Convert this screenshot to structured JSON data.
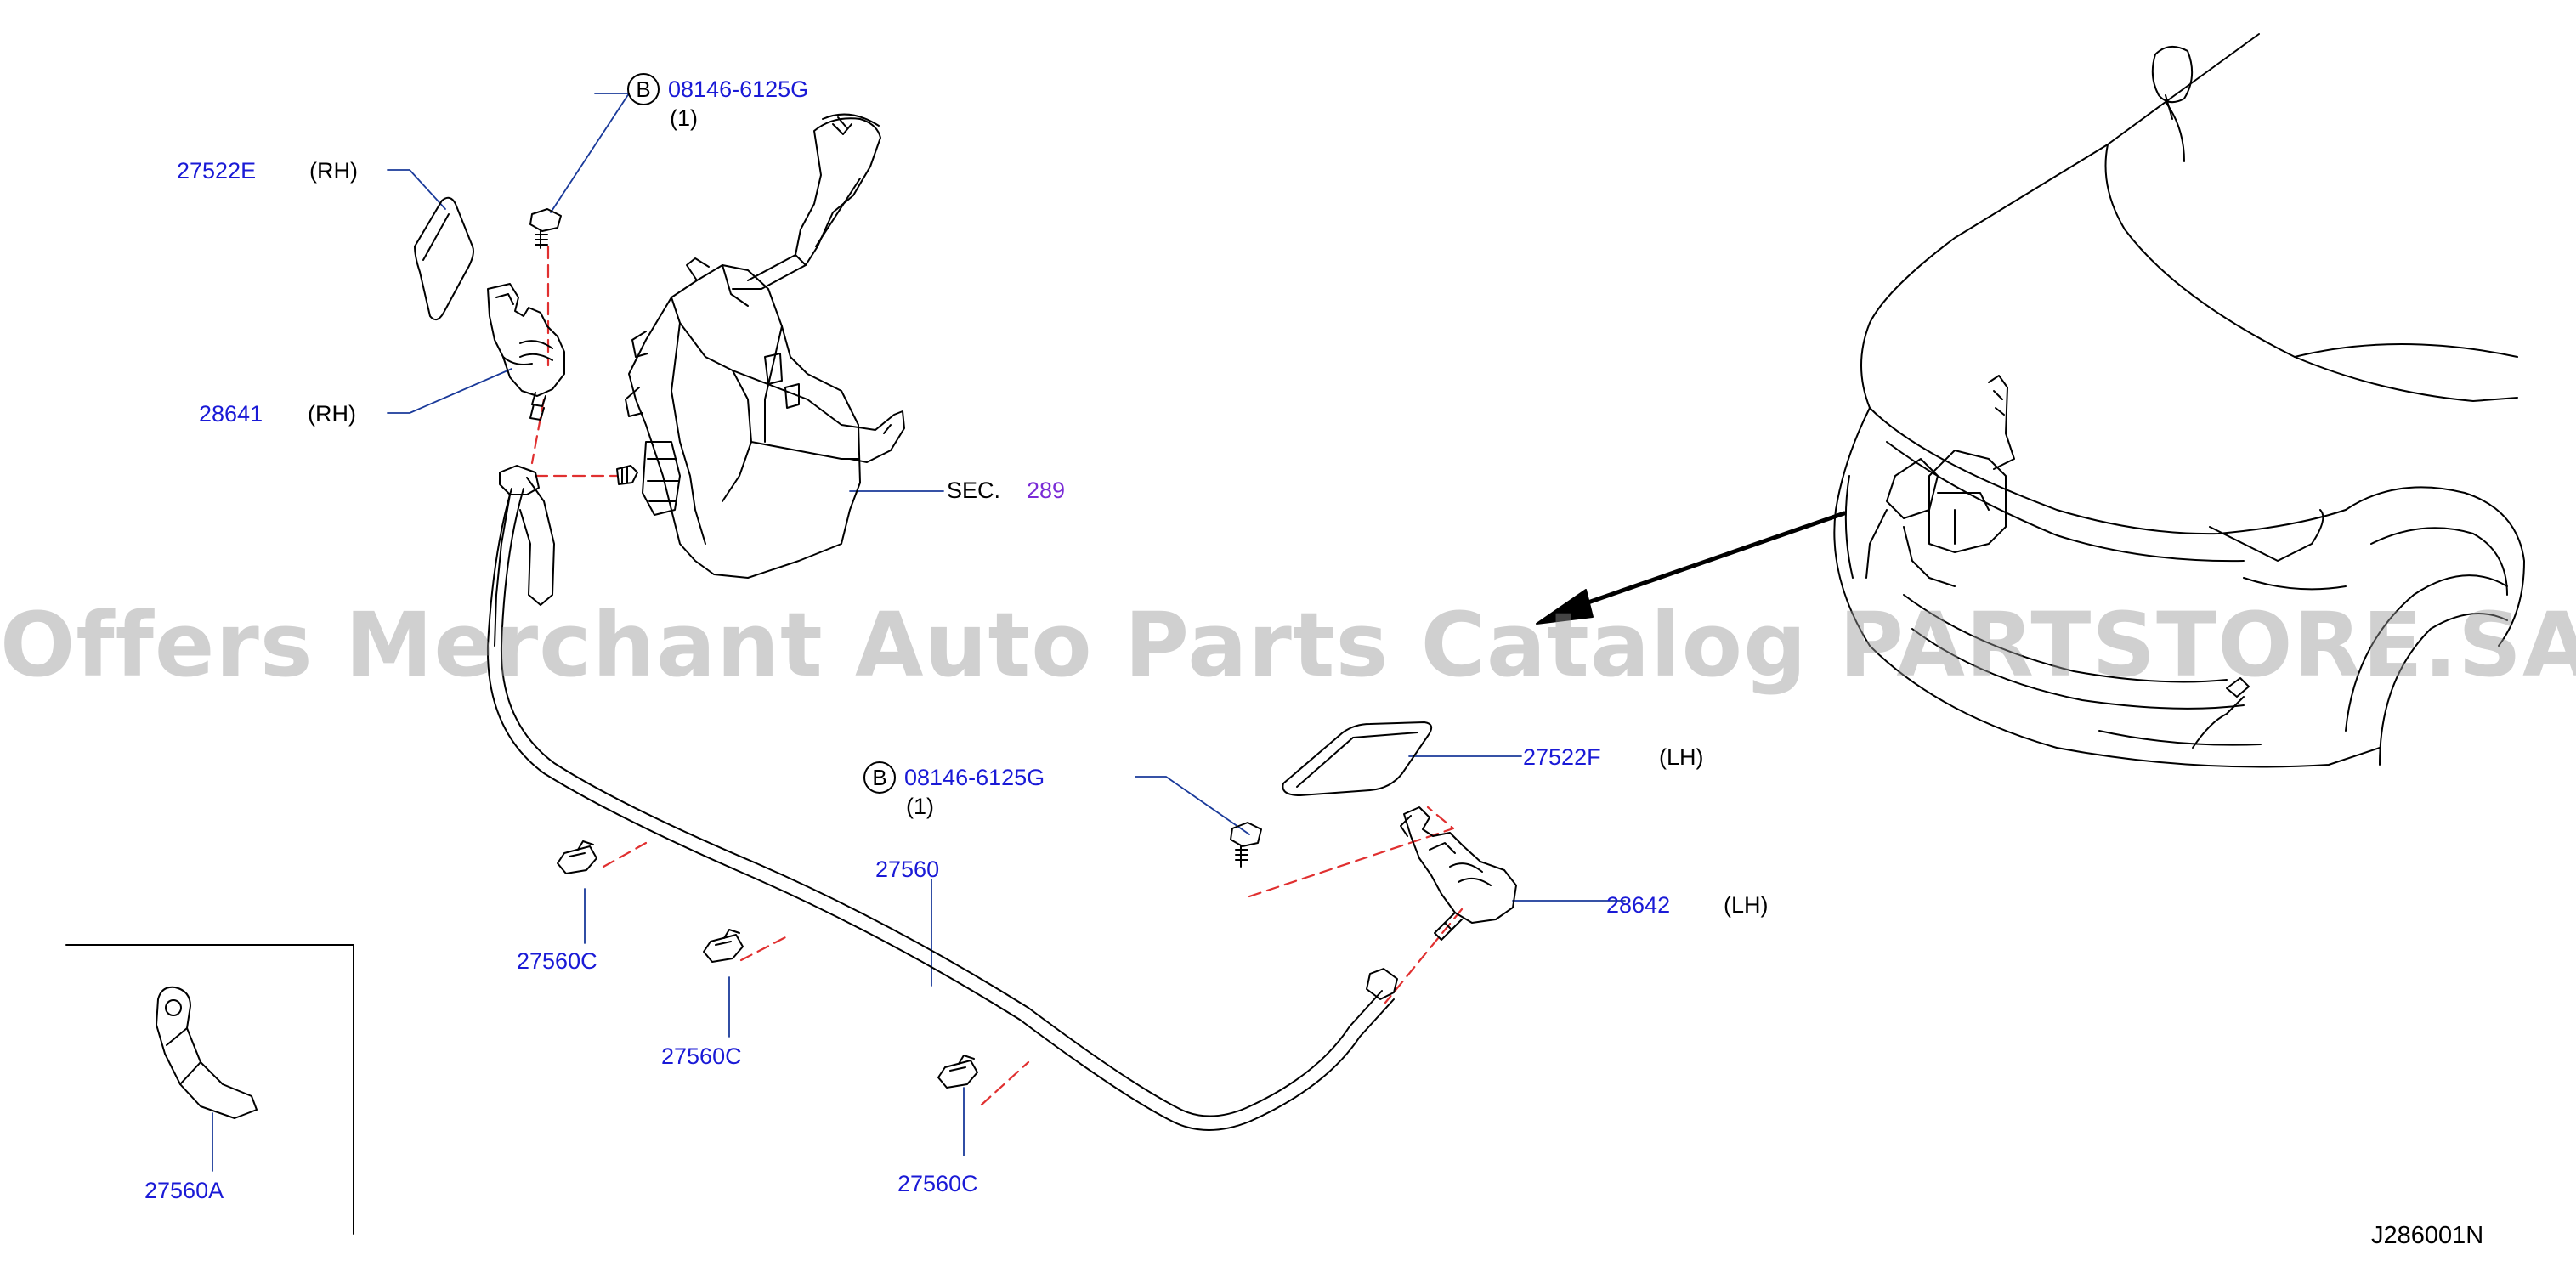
{
  "labels": {
    "p27522E": "27522E",
    "p27522E_side": "(RH)",
    "p28641": "28641",
    "p28641_side": "(RH)",
    "boltB_top_letter": "B",
    "boltB_top_pn": "08146-6125G",
    "boltB_top_qty": "(1)",
    "sec_text": "SEC.",
    "sec_num": "289",
    "p27522F": "27522F",
    "p27522F_side": "(LH)",
    "boltB_mid_letter": "B",
    "boltB_mid_pn": "08146-6125G",
    "boltB_mid_qty": "(1)",
    "p28642": "28642",
    "p28642_side": "(LH)",
    "p27560": "27560",
    "p27560C_1": "27560C",
    "p27560C_2": "27560C",
    "p27560C_3": "27560C",
    "p27560A": "27560A",
    "diagram_id": "J286001N"
  },
  "watermark": "Offers Merchant Auto Parts Catalog PARTSTORE.SA",
  "colors": {
    "part_number": "#1a1ad6",
    "section_ref": "#7a2bd6",
    "dashed_line": "#e03030",
    "line_art": "#000000"
  }
}
